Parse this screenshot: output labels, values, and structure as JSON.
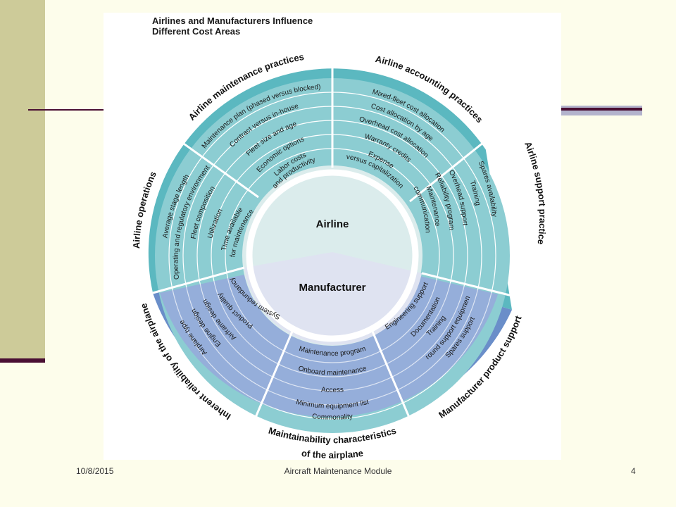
{
  "diagram": {
    "title_line1": "Airlines and Manufacturers Influence",
    "title_line2": "Different Cost Areas",
    "center_airline": "Airline",
    "center_manufacturer": "Manufacturer",
    "sections": {
      "maintenance_practices": "Airline maintenance practices",
      "accounting_practices": "Airline accounting practices",
      "support_practice": "Airline support practice",
      "operations": "Airline operations",
      "inherent_reliability": "Inherent reliability of the airplane",
      "maintainability_line1": "Maintainability characteristics",
      "maintainability_line2": "of the airplane",
      "product_support": "Manufacturer product support"
    },
    "maintenance_items": [
      "Maintenance plan (phased versus blocked)",
      "Contract versus in-house",
      "Fleet size and age",
      "Economic options",
      "Labor costs",
      "and productivity"
    ],
    "accounting_items": [
      "Mixed-fleet cost allocation",
      "Cost allocation by age",
      "Overhead cost allocation",
      "Warranty credits",
      "Expense",
      "versus capitalization"
    ],
    "support_items": [
      "Spares availability",
      "Training",
      "Overhead support",
      "Reliability program",
      "Maintenance",
      "communication"
    ],
    "operations_items": [
      "Average stage length",
      "Operating and regulatory environment",
      "Fleet composition",
      "Utilization",
      "Time available",
      "for maintenance"
    ],
    "reliability_items": [
      "Airplane type",
      "Engine  design",
      "Airframe design",
      "Product quality",
      "System redundancy"
    ],
    "maintainability_items": [
      "Commonality",
      "Minimum equipment list",
      "Access",
      "Onboard maintenance",
      "Maintenance program"
    ],
    "product_support_items": [
      "Spares support",
      "Ground support equipment",
      "Training",
      "Documentation",
      "Engineering support"
    ],
    "colors": {
      "teal": "#5bb8c0",
      "blue": "#6a8ec9"
    }
  },
  "footer": {
    "date": "10/8/2015",
    "title": "Aircraft Maintenance Module",
    "page": "4"
  }
}
